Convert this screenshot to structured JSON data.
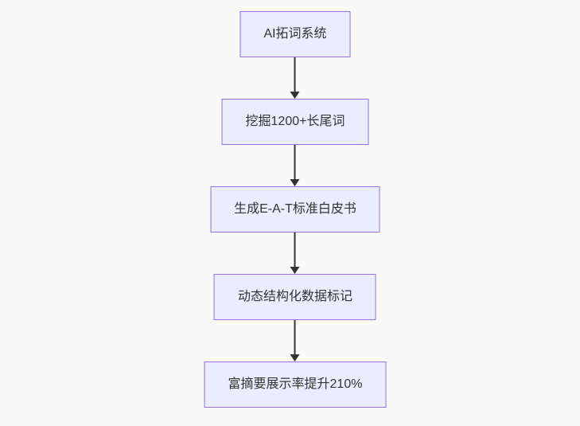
{
  "theme": {
    "page_bg": "#f9f9f9",
    "node_fill": "#ececff",
    "node_border": "#9370db",
    "node_text": "#333333",
    "arrow_color": "#333333"
  },
  "flowchart": {
    "type": "flowchart",
    "direction": "top-down",
    "nodes": [
      {
        "label": "AI拓词系统"
      },
      {
        "label": "挖掘1200+长尾词"
      },
      {
        "label": "生成E-A-T标准白皮书"
      },
      {
        "label": "动态结构化数据标记"
      },
      {
        "label": "富摘要展示率提升210%"
      }
    ],
    "edges": [
      {
        "from": "AI拓词系统",
        "to": "挖掘1200+长尾词"
      },
      {
        "from": "挖掘1200+长尾词",
        "to": "生成E-A-T标准白皮书"
      },
      {
        "from": "生成E-A-T标准白皮书",
        "to": "动态结构化数据标记"
      },
      {
        "from": "动态结构化数据标记",
        "to": "富摘要展示率提升210%"
      }
    ]
  }
}
